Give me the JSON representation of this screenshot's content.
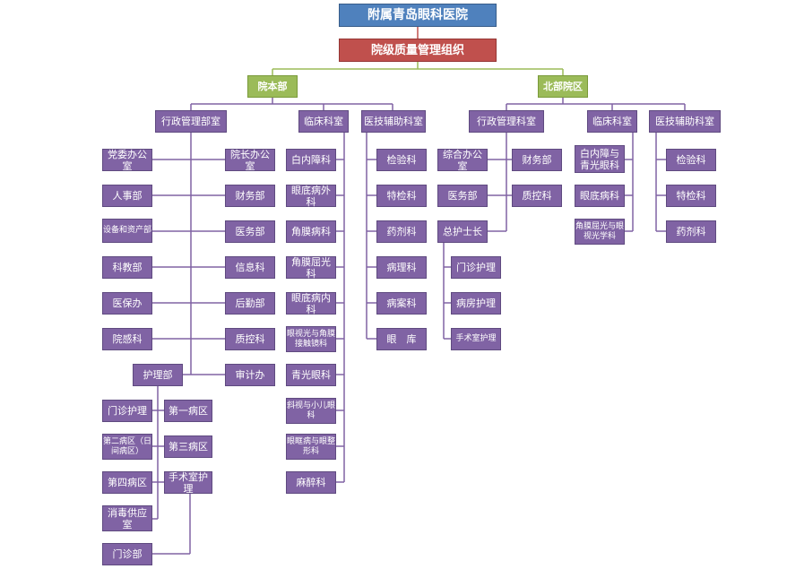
{
  "hospital": "附属青岛眼科医院",
  "org": "院级质量管理组织",
  "campuses": [
    "院本部",
    "北部院区"
  ],
  "main": {
    "admin_title": "行政管理部室",
    "admin_left": [
      "党委办公室",
      "人事部",
      "设备和资产部",
      "科教部",
      "医保办",
      "院感科"
    ],
    "admin_right": [
      "院长办公室",
      "财务部",
      "医务部",
      "信息科",
      "后勤部",
      "质控科",
      "审计办"
    ],
    "nursing_title": "护理部",
    "nursing_left": [
      "门诊护理",
      "第二病区（日间病区）",
      "第四病区",
      "消毒供应室",
      "门诊部"
    ],
    "nursing_right": [
      "第一病区",
      "第三病区",
      "手术室护理"
    ],
    "clinical_title": "临床科室",
    "clinical": [
      "白内障科",
      "眼底病外科",
      "角膜病科",
      "角膜屈光科",
      "眼底病内科",
      "眼视光与角膜接触镜科",
      "青光眼科",
      "斜视与小儿眼科",
      "眼眶病与眼整形科",
      "麻醉科"
    ],
    "aux_title": "医技辅助科室",
    "aux": [
      "检验科",
      "特检科",
      "药剂科",
      "病理科",
      "病案科",
      "眼　库"
    ]
  },
  "north": {
    "admin_title": "行政管理科室",
    "admin_left": [
      "综合办公室",
      "医务部"
    ],
    "admin_right": [
      "财务部",
      "质控科"
    ],
    "nursing_title": "总护士长",
    "nursing": [
      "门诊护理",
      "病房护理",
      "手术室护理"
    ],
    "clinical_title": "临床科室",
    "clinical": [
      "白内障与青光眼科",
      "眼底病科",
      "角膜屈光与眼视光学科"
    ],
    "aux_title": "医技辅助科室",
    "aux": [
      "检验科",
      "特检科",
      "药剂科"
    ]
  },
  "colors": {
    "hospital": "#4f81bd",
    "org": "#c0504d",
    "campus": "#9bbb59",
    "dept": "#8063a4",
    "line_purple": "#8063a4",
    "line_green": "#9bbb59",
    "line_red": "#c0504d"
  }
}
